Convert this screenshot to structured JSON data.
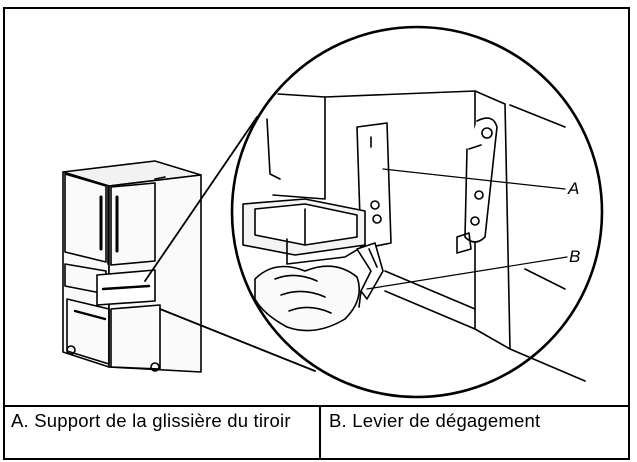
{
  "figure": {
    "callouts": [
      "A",
      "B"
    ]
  },
  "captions": [
    {
      "text": "A. Support de la glissière du tiroir"
    },
    {
      "text": "B. Levier de dégagement"
    }
  ]
}
